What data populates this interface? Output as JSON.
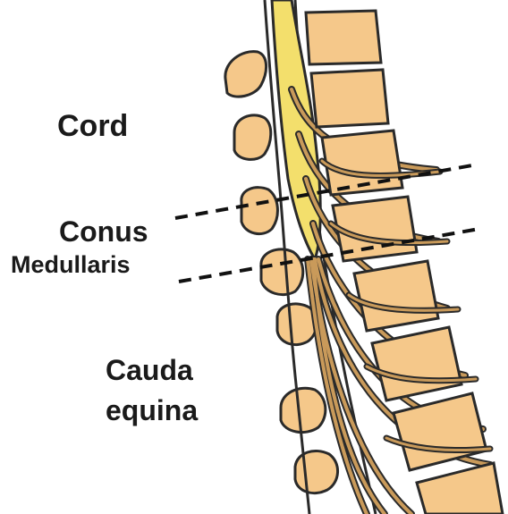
{
  "labels": {
    "cord": "Cord",
    "conus": "Conus",
    "medullaris": "Medullaris",
    "cauda": "Cauda",
    "equina": "equina"
  },
  "colors": {
    "bone_fill": "#f5c88a",
    "outline": "#2a2a2a",
    "cord_fill": "#f3df6c",
    "nerve_fill": "#c99a5a",
    "dashed_line": "#111111",
    "text": "#1a1a1a"
  }
}
